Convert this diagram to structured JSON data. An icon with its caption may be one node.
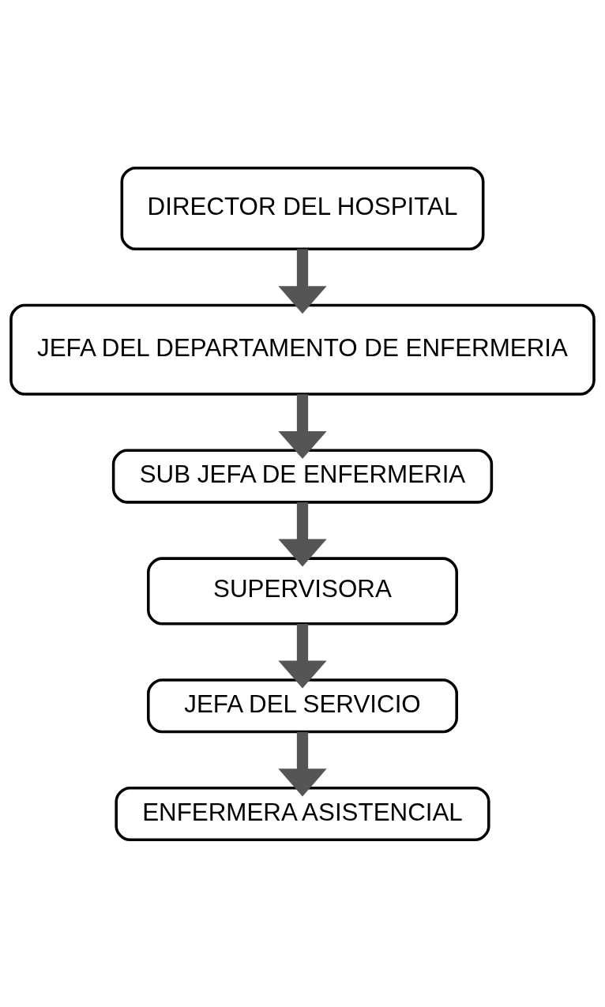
{
  "diagram": {
    "nodes": [
      {
        "text": [
          "DIRECTOR DEL HOSPITAL"
        ]
      },
      {
        "text": [
          "JEFA DEL DEPARTAMENTO DE ENFERMERIA"
        ]
      },
      {
        "text": [
          "SUB JEFA DE ENFERMERIA"
        ]
      },
      {
        "text": [
          "SUPERVISORA"
        ]
      },
      {
        "text": [
          "JEFA DEL SERVICIO"
        ]
      },
      {
        "text": [
          "ENFERMERA ASISTENCIAL"
        ]
      }
    ],
    "edges": [
      {
        "from": 0,
        "to": 1,
        "arrow": "to"
      },
      {
        "from": 1,
        "to": 2,
        "arrow": "to"
      },
      {
        "from": 2,
        "to": 3,
        "arrow": "to"
      },
      {
        "from": 3,
        "to": 4,
        "arrow": "to"
      },
      {
        "from": 4,
        "to": 5,
        "arrow": "to"
      }
    ]
  }
}
